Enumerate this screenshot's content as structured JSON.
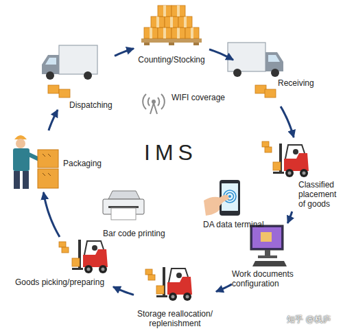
{
  "diagram": {
    "nodes": [
      {
        "text": [
          "Counting/Stocking"
        ]
      },
      {
        "text": [
          "Receiving"
        ]
      },
      {
        "text": [
          "Classified placement of goods"
        ]
      },
      {
        "text": [
          "Work documents configuration"
        ]
      },
      {
        "text": [
          "Storage reallocation/ replenishment"
        ]
      },
      {
        "text": [
          "Goods picking/preparing"
        ]
      },
      {
        "text": [
          "Packaging"
        ]
      },
      {
        "text": [
          "Dispatching"
        ]
      }
    ],
    "edges": [
      {
        "from": 0,
        "to": 1,
        "arrow": "to"
      },
      {
        "from": 1,
        "to": 2,
        "arrow": "to"
      },
      {
        "from": 2,
        "to": 3,
        "arrow": "to"
      },
      {
        "from": 3,
        "to": 4,
        "arrow": "to"
      },
      {
        "from": 4,
        "to": 5,
        "arrow": "to"
      },
      {
        "from": 5,
        "to": 6,
        "arrow": "to"
      },
      {
        "from": 6,
        "to": 7,
        "arrow": "to"
      },
      {
        "from": 7,
        "to": 0,
        "arrow": "to"
      }
    ],
    "labels": [
      "WIFI coverage",
      "IMS",
      "DA data terminal",
      "Bar code printing",
      "知乎 @栈庐"
    ]
  }
}
